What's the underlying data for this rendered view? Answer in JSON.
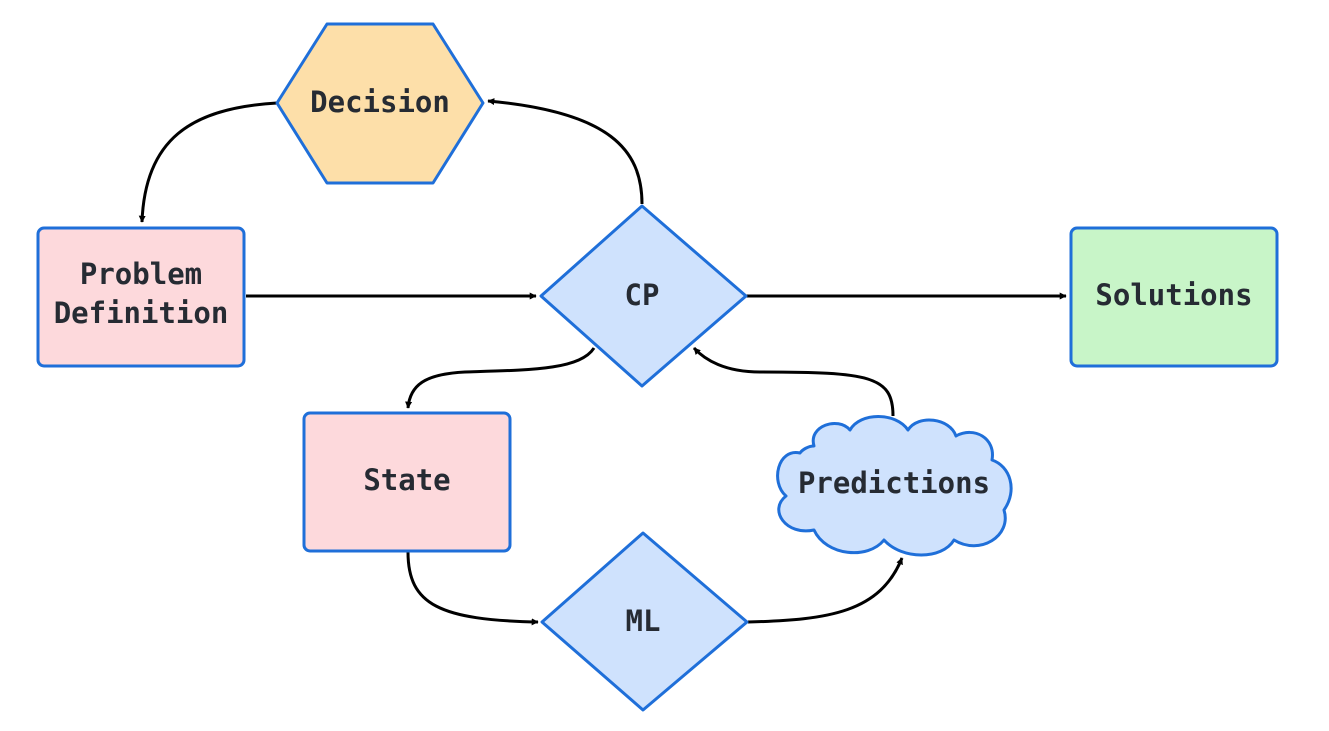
{
  "colors": {
    "border": "#1f6fd9",
    "decision_fill": "#fddfa9",
    "problem_fill": "#fdd9dc",
    "state_fill": "#fdd9dc",
    "solutions_fill": "#c8f5c8",
    "cp_fill": "#cfe2fd",
    "ml_fill": "#cfe2fd",
    "predictions_fill": "#cfe2fd",
    "edge": "#000000",
    "text": "#262b33"
  },
  "nodes": {
    "decision": {
      "label": "Decision",
      "shape": "hexagon"
    },
    "problem_definition": {
      "line1": "Problem",
      "line2": "Definition",
      "shape": "rectangle"
    },
    "cp": {
      "label": "CP",
      "shape": "diamond"
    },
    "solutions": {
      "label": "Solutions",
      "shape": "rectangle"
    },
    "state": {
      "label": "State",
      "shape": "rectangle"
    },
    "ml": {
      "label": "ML",
      "shape": "diamond"
    },
    "predictions": {
      "label": "Predictions",
      "shape": "cloud"
    }
  },
  "edges": [
    {
      "from": "decision",
      "to": "problem_definition"
    },
    {
      "from": "problem_definition",
      "to": "cp"
    },
    {
      "from": "cp",
      "to": "decision"
    },
    {
      "from": "cp",
      "to": "solutions"
    },
    {
      "from": "cp",
      "to": "state"
    },
    {
      "from": "state",
      "to": "ml"
    },
    {
      "from": "ml",
      "to": "predictions"
    },
    {
      "from": "predictions",
      "to": "cp"
    }
  ]
}
